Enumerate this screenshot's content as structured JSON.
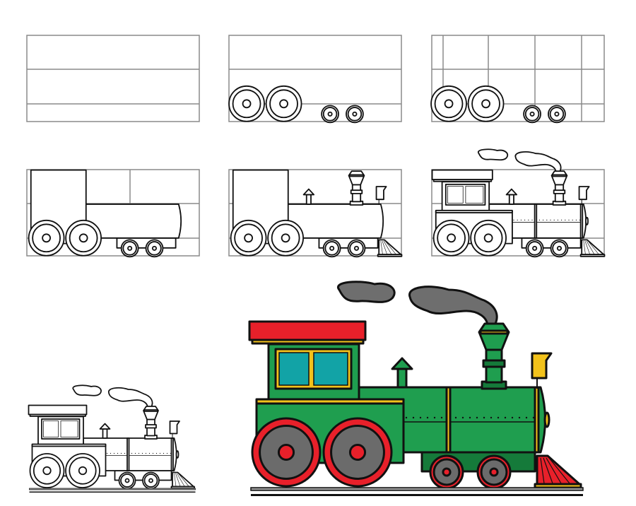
{
  "colors": {
    "outline": "#111111",
    "grid": "#8a8a8a",
    "body_green": "#1f9e4f",
    "dark_green": "#157a3a",
    "roof_red": "#e8202a",
    "trim_yellow": "#f2c21b",
    "window_teal": "#12a3a6",
    "wheel_gray": "#6b6b6b",
    "smoke_gray": "#6e6e6e",
    "rail_gray": "#9a9a9a"
  },
  "steps": [
    {
      "step": 1,
      "parts": [
        "grid"
      ]
    },
    {
      "step": 2,
      "parts": [
        "grid",
        "wheels"
      ]
    },
    {
      "step": 3,
      "parts": [
        "grid",
        "wheels",
        "guides"
      ]
    },
    {
      "step": 4,
      "parts": [
        "grid",
        "wheels",
        "cab-block",
        "boiler"
      ]
    },
    {
      "step": 5,
      "parts": [
        "grid",
        "wheels",
        "cab",
        "boiler",
        "chimney",
        "dome",
        "lamp",
        "cowcatcher"
      ]
    },
    {
      "step": 6,
      "parts": [
        "grid",
        "full-outline",
        "smoke"
      ]
    },
    {
      "step": 7,
      "parts": [
        "final-outline"
      ]
    },
    {
      "step": 8,
      "parts": [
        "final-colored"
      ]
    }
  ]
}
